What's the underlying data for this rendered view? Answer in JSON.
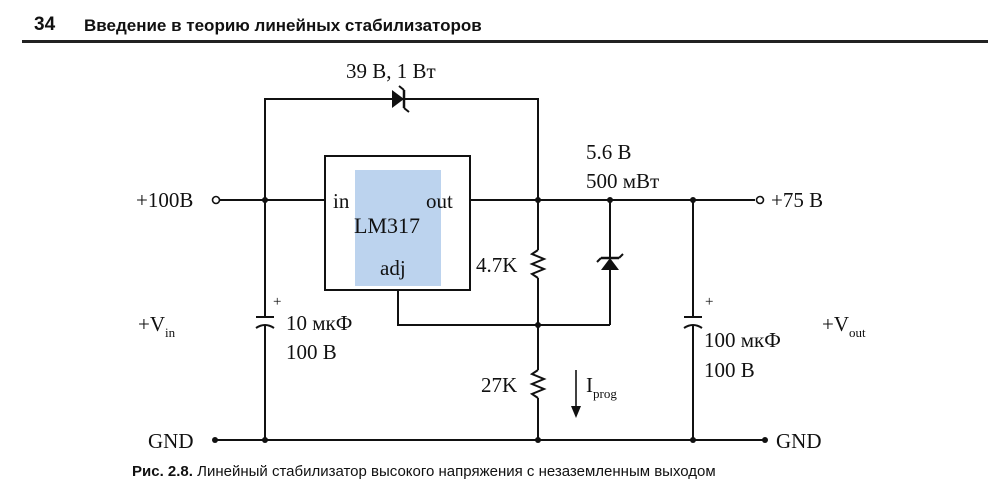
{
  "header": {
    "page_number": "34",
    "chapter_title": "Введение в теорию линейных стабилизаторов"
  },
  "caption": {
    "figure_label": "Рис. 2.8.",
    "text": "Линейный стабилизатор высокого напряжения с незаземленным выходом"
  },
  "diagram": {
    "input_terminal": "+100B",
    "vin_label": "+V",
    "vin_sub": "in",
    "gnd_left": "GND",
    "gnd_right": "GND",
    "output_terminal": "+75 B",
    "vout_label": "+V",
    "vout_sub": "out",
    "top_zener_rating": "39 B, 1 Вт",
    "regulator": {
      "name": "LM317",
      "pin_in": "in",
      "pin_out": "out",
      "pin_adj": "adj"
    },
    "zener2_voltage": "5.6 B",
    "zener2_power": "500 мВт",
    "r1": "4.7K",
    "r2": "27K",
    "current_label": "I",
    "current_sub": "prog",
    "cin_value": "10 мкФ",
    "cin_voltage": "100 B",
    "cout_value": "100 мкФ",
    "cout_voltage": "100 B",
    "cap_plus": "+"
  }
}
